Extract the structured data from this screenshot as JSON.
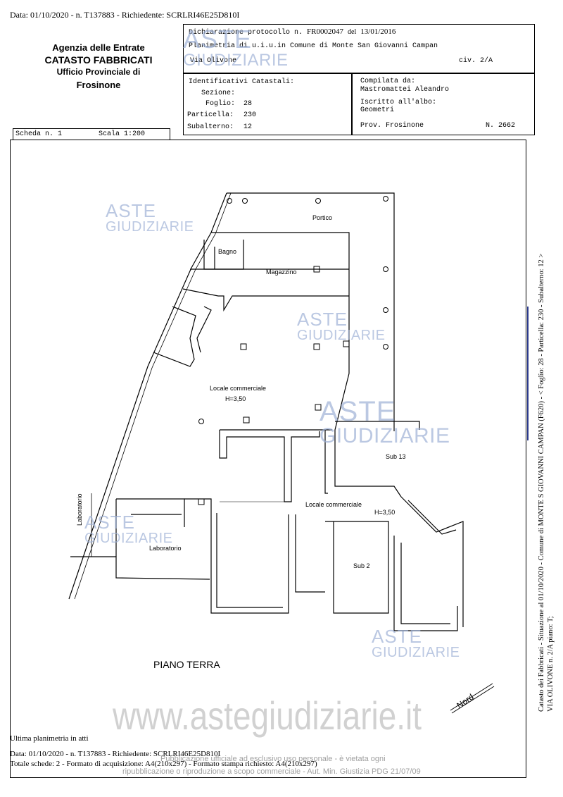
{
  "top_header": "Data: 01/10/2020 - n. T137883 - Richiedente: SCRLRI46E25D810I",
  "agency": {
    "line1": "Agenzia delle Entrate",
    "line2": "CATASTO FABBRICATI",
    "line3": "Ufficio Provinciale di",
    "line4": "Frosinone"
  },
  "declaration": {
    "protocol_label": "Dichiarazione protocollo n.",
    "protocol_no": "FR0002047",
    "del_label": "del",
    "date": "13/01/2016",
    "plan_text": "Planimetria di u.i.u.in Comune di Monte San Giovanni Campan",
    "street": "Via Olivone",
    "civ": "civ. 2/A"
  },
  "identifiers": {
    "title": "Identificativi Catastali:",
    "sezione_label": "Sezione:",
    "sezione_value": "",
    "foglio_label": "Foglio:",
    "foglio_value": "28",
    "particella_label": "Particella:",
    "particella_value": "230",
    "subalterno_label": "Subalterno:",
    "subalterno_value": "12"
  },
  "compiler": {
    "compilata_label": "Compilata da:",
    "compilata_name": "Mastromattei Aleandro",
    "iscritto_label": "Iscritto all'albo:",
    "iscritto_value": "Geometri",
    "prov_label": "Prov. Frosinone",
    "number": "N. 2662"
  },
  "scheda": {
    "scheda_label": "Scheda n. 1",
    "scala_label": "Scala 1:200"
  },
  "side_text": {
    "line1": "Catasto dei Fabbricati - Situazione al 01/10/2020 - Comune di MONTE S GIOVANNI CAMPAN (F620) - < Foglio: 28 - Particella: 230 - Subalterno: 12 >",
    "line2": "VIA OLIVONE n. 2/A piano: T;"
  },
  "rooms": {
    "portico": "Portico",
    "bagno": "Bagno",
    "magazzino": "Magazzino",
    "locale1": "Locale commerciale",
    "h1": "H=3,50",
    "sub13": "Sub 13",
    "locale2": "Locale commerciale",
    "h2": "H=3,50",
    "sub2": "Sub 2",
    "laboratorio_v": "Laboratorio",
    "laboratorio": "Laboratorio"
  },
  "floor_label": "PIANO TERRA",
  "north_label": "Nord",
  "watermark": {
    "aste": "ASTE",
    "giudiziarie": "GIUDIZIARIE",
    "site": "www.astegiudiziarie.it",
    "notice1": "Pubblicazione ufficiale ad esclusivo uso personale - è vietata ogni",
    "notice2": "ripubblicazione o riproduzione a scopo commerciale - Aut. Min. Giustizia PDG 21/07/09"
  },
  "footer": {
    "ultima": "Ultima planimetria in atti",
    "data_line": "Data: 01/10/2020 - n. T137883 - Richiedente: SCRLRI46E25D810I",
    "totale_line": "Totale schede: 2 - Formato di acquisizione: A4(210x297) - Formato stampa richiesto: A4(210x297)"
  },
  "colors": {
    "watermark": "#9fb2d6",
    "side_bar": "#2b3a8c"
  }
}
